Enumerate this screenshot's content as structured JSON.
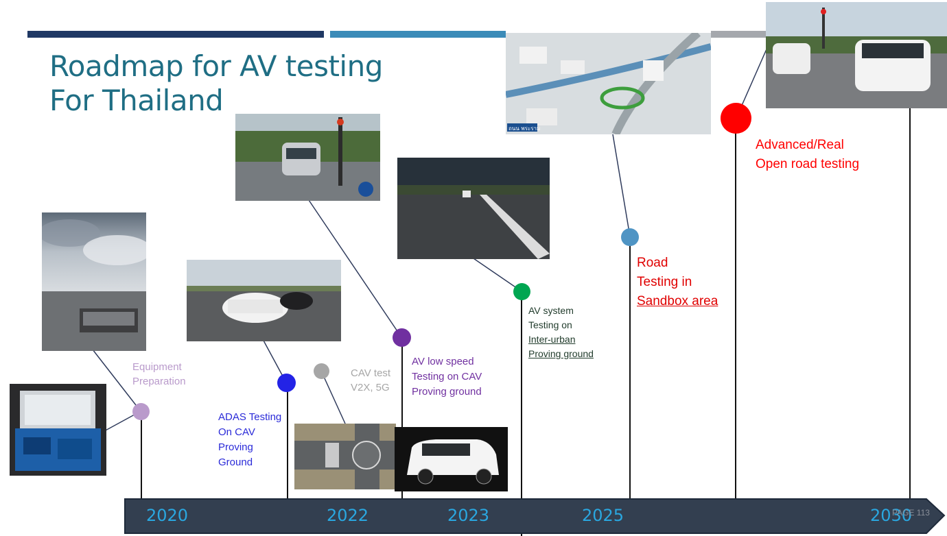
{
  "title": {
    "line1": "Roadmap for AV testing",
    "line2": "For Thailand"
  },
  "milestones": [
    {
      "label_lines": [
        "Equipment",
        "Preparation"
      ],
      "color": "#b99acb"
    },
    {
      "label_lines": [
        "ADAS Testing",
        "On CAV",
        "Proving",
        "Ground"
      ],
      "color": "#2a2ad8"
    },
    {
      "label_lines": [
        "CAV test",
        "V2X, 5G"
      ],
      "color": "#a6a6a6"
    },
    {
      "label_lines": [
        "AV low speed",
        "Testing on CAV",
        "Proving ground"
      ],
      "color": "#7030a0"
    },
    {
      "label_lines": [
        "AV system",
        "Testing on",
        "Inter-urban",
        "Proving ground"
      ],
      "color": "#00a651"
    },
    {
      "label_lines": [
        "Road",
        "Testing in",
        "Sandbox area"
      ],
      "color": "#e00000"
    },
    {
      "label_lines": [
        "Advanced/Real",
        "Open road testing"
      ],
      "color": "#ff0000"
    }
  ],
  "timeline": {
    "years": [
      "2020",
      "2022",
      "2023",
      "2025",
      "2030"
    ],
    "page_label": "PAGE 113"
  },
  "images": {
    "map_caption": "ถนน พระราม"
  }
}
